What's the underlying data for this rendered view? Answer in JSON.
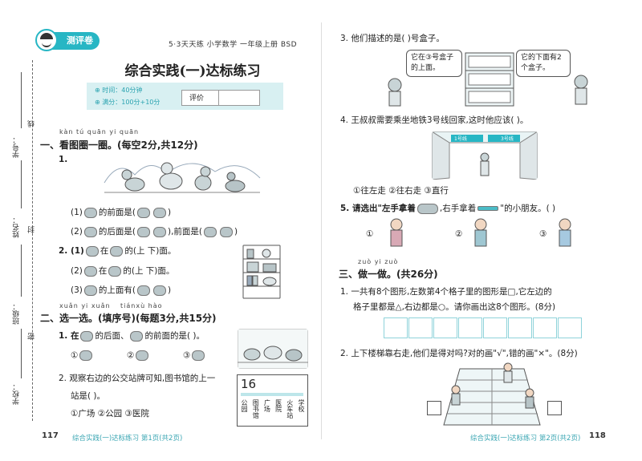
{
  "header": {
    "badge": "测评卷",
    "series": "5·3天天练 小学数学 一年级上册 BSD"
  },
  "title": "综合实践(一)达标练习",
  "info": {
    "time": "⊕ 时间：40分钟",
    "score": "⊕ 满分：100分+10分",
    "eval_label": "评价"
  },
  "margin": {
    "student_id": "学号：",
    "line": "线",
    "name": "姓名：",
    "seal": "封",
    "class": "班级：",
    "dense": "密",
    "school": "学校："
  },
  "left": {
    "sec1_pinyin": "kàn tú quān yi quān",
    "sec1": "一、看图圈一圈。(每空2分,共12分)",
    "q1_num": "1.",
    "q1_a": "(1)",
    "q1_a_text": "的前面是(",
    "q1_b": "(2)",
    "q1_b_text": "的后面是(",
    "q1_b_text2": "),前面是(",
    "q2_a": "2. (1)",
    "q2_a_text": "在",
    "q2_a_text2": "的(上   下)面。",
    "q2_b": "(2)",
    "q2_b_text": "在",
    "q2_b_text2": "的(上   下)面。",
    "q2_c": "(3)",
    "q2_c_text": "的上面有(",
    "sec2_pinyin_1": "xuǎn yi xuǎn",
    "sec2_pinyin_2": "tiánxù hào",
    "sec2": "二、选一选。(填序号)(每题3分,共15分)",
    "q3": "1. 在",
    "q3_b": "的后面、",
    "q3_c": "的前面的是(     )。",
    "q3_opts": [
      "①",
      "②",
      "③"
    ],
    "q4_line1": "2. 观察右边的公交站牌可知,图书馆的上一",
    "q4_line2": "站是(     )。",
    "q4_opts": "①广场      ②公园      ③医院",
    "sign_num": "16",
    "sign_stops": [
      "公园",
      "图书馆",
      "广场",
      "医院",
      "火车站",
      "学校"
    ],
    "page_num": "117",
    "footer": "综合实践(一)达标练习  第1页(共2页)"
  },
  "right": {
    "q3": "3. 他们描述的是(     )号盒子。",
    "bubble1": "它在③号盒子的上面。",
    "bubble2": "它的下面有2个盒子。",
    "q4": "4. 王叔叔需要乘坐地铁3号线回家,这时他应该(     )。",
    "sign_left": "1号线",
    "sign_right": "3号线",
    "q4_opts": "①往左走           ②往右走           ③直行",
    "q5": "5. 请选出\"左手拿着",
    "q5_b": ",右手拿着",
    "q5_c": "\"的小朋友。(     )",
    "q5_opts": [
      "①",
      "②",
      "③"
    ],
    "sec3_pinyin": "zuò yi zuò",
    "sec3": "三、做一做。(共26分)",
    "q6_line1": "1. 一共有8个图形,左数第4个格子里的图形是□,它左边的",
    "q6_line2": "格子里都是△,右边都是○。请你画出这8个图形。(8分)",
    "q7": "2. 上下楼梯靠右走,他们是得对吗?对的画\"√\",错的画\"×\"。(8分)",
    "footer": "综合实践(一)达标练习  第2页(共2页)",
    "page_num": "118"
  }
}
